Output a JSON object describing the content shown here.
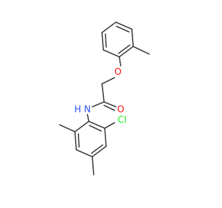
{
  "molecule": {
    "atoms": {
      "oxygen_ether": {
        "label": "O",
        "color": "#ff0d0d"
      },
      "oxygen_carbonyl": {
        "label": "O",
        "color": "#ff0d0d"
      },
      "nitrogen": {
        "label": "N",
        "color": "#3050f8"
      },
      "nitrogen_hydrogen": {
        "label": "H",
        "color": "#3050f8"
      },
      "chlorine": {
        "label": "Cl",
        "color": "#1ff01f"
      }
    },
    "bond_color": "#3a3a3a"
  }
}
